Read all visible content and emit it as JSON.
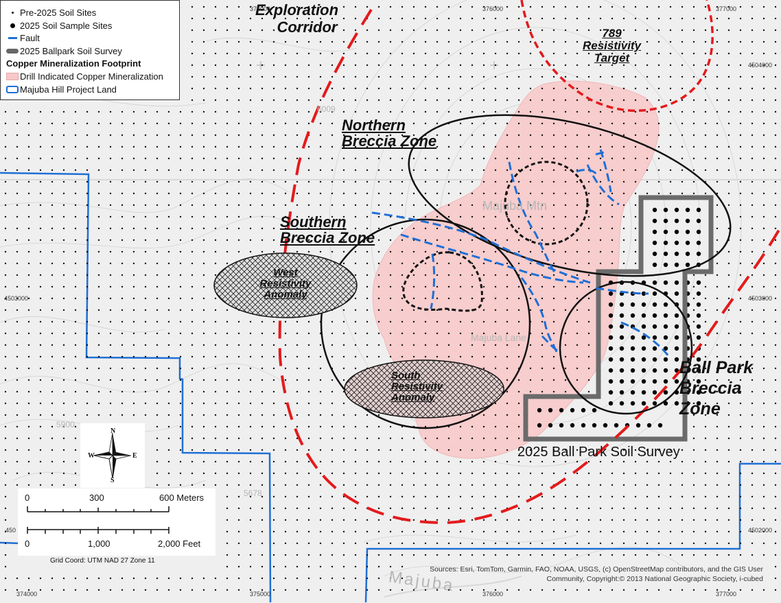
{
  "legend": {
    "items": [
      {
        "label": "Pre-2025 Soil Sites",
        "symbol": "small-dot-icon"
      },
      {
        "label": "2025 Soil Sample Sites",
        "symbol": "large-dot-icon"
      },
      {
        "label": "Fault",
        "symbol": "blue-line-icon"
      },
      {
        "label": "2025 Ballpark Soil Survey",
        "symbol": "gray-outline-icon"
      },
      {
        "label": "Copper Mineralization Footprint",
        "symbol": "none",
        "heading": true
      },
      {
        "label": "Drill Indicated Copper Mineralization",
        "symbol": "pink-fill-icon"
      },
      {
        "label": "Majuba Hill Project Land",
        "symbol": "blue-outline-icon"
      }
    ]
  },
  "map_labels": {
    "exploration_corridor_1": "Exploration",
    "exploration_corridor_2": "Corridor",
    "resistivity_789_1": "789",
    "resistivity_789_2": "Resistivity",
    "resistivity_789_3": "Target",
    "northern_breccia_1": "Northern",
    "northern_breccia_2": "Breccia Zone",
    "southern_breccia_1": "Southern",
    "southern_breccia_2": "Breccia Zone",
    "west_anomaly_1": "West",
    "west_anomaly_2": "Resistivity",
    "west_anomaly_3": "Anomaly",
    "south_anomaly_1": "South",
    "south_anomaly_2": "Resistivity",
    "south_anomaly_3": "Anomaly",
    "ballpark_breccia_1": "Ball Park",
    "ballpark_breccia_2": "Breccia",
    "ballpark_breccia_3": "Zone",
    "survey_label": "2025 Ball Park Soil Survey"
  },
  "basemap_labels": {
    "majuba_mtn": "Majuba Mtn",
    "majuba_lane": "Majuba Lane",
    "majuba_bottom": "Majuba",
    "elev_5678": "5678",
    "elev_5900": "5900",
    "elev_6009": "6009"
  },
  "grid": {
    "x_top": [
      "375000",
      "376000",
      "377000"
    ],
    "x_bottom": [
      "374000",
      "375000",
      "376000",
      "377000"
    ],
    "y_left": [
      "4503000",
      "450"
    ],
    "y_right": [
      "4504000",
      "4503000",
      "4502000"
    ]
  },
  "scale": {
    "meters_ticks": [
      "0",
      "300",
      "600 Meters"
    ],
    "feet_ticks": [
      "0",
      "1,000",
      "2,000 Feet"
    ]
  },
  "north_arrow": {
    "n": "N",
    "s": "S",
    "e": "E",
    "w": "W"
  },
  "grid_coord": "Grid Coord: UTM NAD 27 Zone 11",
  "sources_line1": "Sources:  Esri, TomTom, Garmin, FAO, NOAA, USGS, (c) OpenStreetMap contributors, and the GIS User",
  "sources_line2": "Community, Copyright:© 2013 National Geographic Society, i-cubed",
  "colors": {
    "fault": "#1f6fd6",
    "corridor": "#e41a1c",
    "copper_fill": "#f8c8c8",
    "survey_outline": "#666666",
    "project_land": "#1f6fd6"
  }
}
